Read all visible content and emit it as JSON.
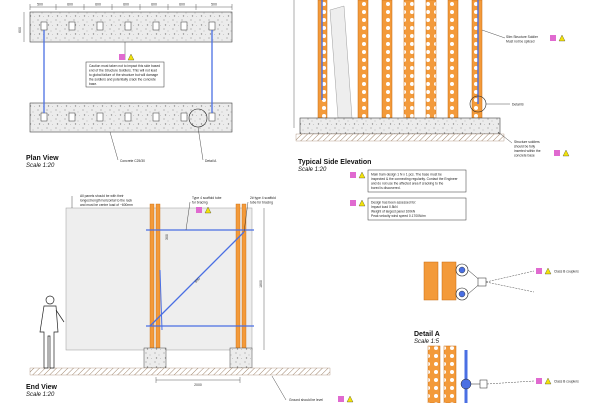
{
  "views": {
    "plan": {
      "title": "Plan View",
      "scale": "Scale 1:20"
    },
    "side": {
      "title": "Typical Side Elevation",
      "scale": "Scale 1:20"
    },
    "end": {
      "title": "End View",
      "scale": "Scale 1:20"
    },
    "detail_a": {
      "title": "Detail A",
      "scale": "Scale 1:5"
    }
  },
  "notes": {
    "caution": [
      "Caution must taken not to impact this side based",
      "end of the Structure Soldiers. This will not lead",
      "to global failure of the structure but will damage",
      "the soldiers and potentially crack the concrete",
      "base."
    ],
    "concrete": "Concrete C25/30",
    "detail_a_pointer": "Detail A",
    "detail_b_pointer": "Detail B",
    "soldier_block": [
      "Slim Structure Soldier",
      "Must not be spliced"
    ],
    "base_note": [
      "Structure soldiers",
      "should be fully",
      "inserted within the",
      "concrete base"
    ],
    "design_box_1": [
      "Main tram design 1 N x 1 pcs. The base must be",
      "inspected & the connecting regularity. Contact the Engineer",
      "and do not use the affected area if cracking to the",
      "bored is discovered."
    ],
    "design_box_2": [
      "Design has been assessed for:",
      "Impact load 0.5kN",
      "Weight of largest panel 100kN",
      "Peak velocity wind speed 0.1700N/m²"
    ],
    "panels_note": [
      "All panels should be with their",
      "longest length horizontal to the rack",
      "and must be centre load of ~600mm"
    ],
    "brace_note_1": [
      "Type 4 scaffold tube",
      "for bracing"
    ],
    "brace_note_2": [
      "2# type 4 scaffold",
      "tube for bracing"
    ],
    "clamp_note": "Class B couplers",
    "bottom_note": "Ground should be level",
    "end_dimension": "2000"
  },
  "plan_dimensions": [
    "500",
    "600",
    "600",
    "600",
    "600",
    "600",
    "500"
  ],
  "plan_side_dimension": "600",
  "end_dimensions": [
    "1800",
    "300",
    "800"
  ],
  "colors": {
    "soldier_orange": "#f39a3a",
    "tube_blue": "#4a6fe3",
    "warning_yellow": "#f2e20a",
    "info_pink": "#e06ad0",
    "panel_grey": "#eeeeee"
  }
}
